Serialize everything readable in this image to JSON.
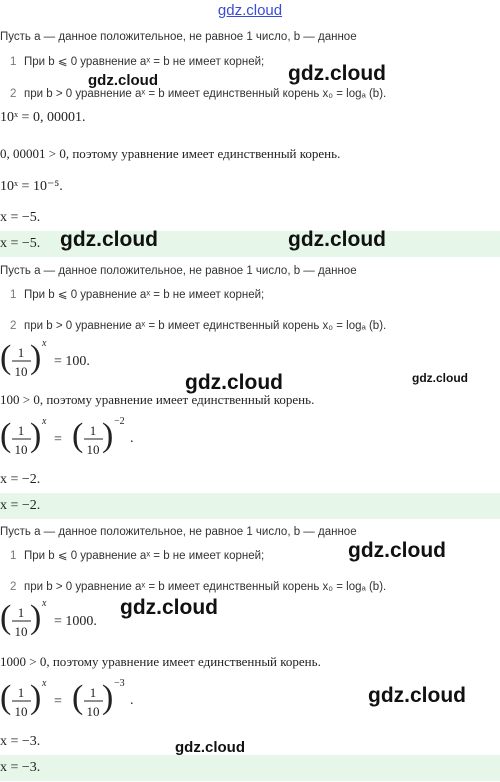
{
  "header": {
    "site": "gdz.cloud"
  },
  "watermark": "gdz.cloud",
  "theory": {
    "intro": "Пусть a — данное положительное, не равное 1 число, b — данное",
    "item1": "При b ⩽ 0 уравнение aˣ = b не имеет корней;",
    "item2": "при b > 0 уравнение aˣ = b имеет единственный корень x₀ = logₐ (b).",
    "n1": "1",
    "n2": "2"
  },
  "task1": {
    "eq": "10ˣ = 0, 00001.",
    "reason": "0, 00001 > 0, поэтому уравнение имеет единственный корень.",
    "step": "10ˣ = 10⁻⁵.",
    "res": "x = −5.",
    "answer": "x = −5."
  },
  "task2": {
    "eq_rhs": "= 100.",
    "reason": "100 > 0, поэтому уравнение имеет единственный корень.",
    "exp": "−2",
    "res": "x = −2.",
    "answer": "x = −2."
  },
  "task3": {
    "eq_rhs": "= 1000.",
    "reason": "1000 > 0, поэтому уравнение имеет единственный корень.",
    "exp": "−3",
    "res": "x = −3.",
    "answer": "x = −3."
  },
  "fraction": {
    "num": "1",
    "den": "10",
    "x": "x",
    "eq": "=",
    "dot": "."
  }
}
